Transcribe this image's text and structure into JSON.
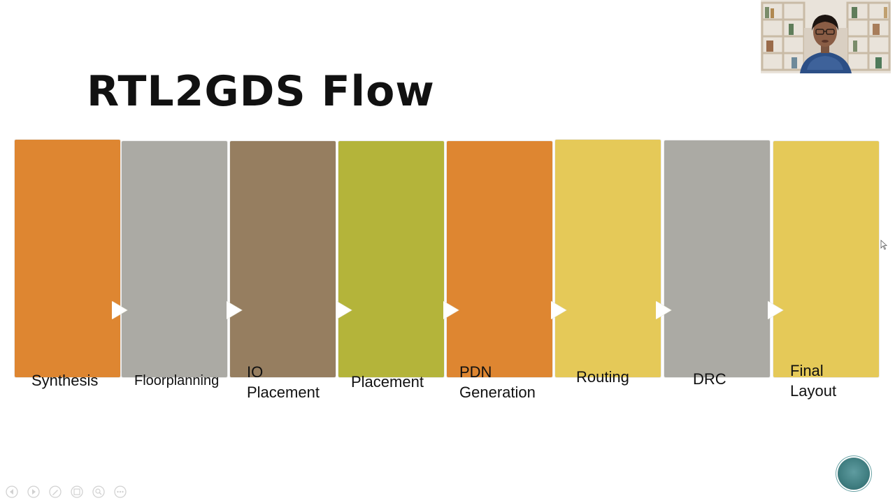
{
  "slide": {
    "title": "RTL2GDS Flow"
  },
  "flow": {
    "steps": [
      {
        "label": "Synthesis",
        "color": "#de8631"
      },
      {
        "label": "Floorplanning",
        "color": "#abaaa4"
      },
      {
        "label": "IO\nPlacement",
        "color": "#967e60"
      },
      {
        "label": "Placement",
        "color": "#b4b43a"
      },
      {
        "label": "PDN\nGeneration",
        "color": "#de8631"
      },
      {
        "label": "Routing",
        "color": "#e5c958"
      },
      {
        "label": "DRC",
        "color": "#abaaa4"
      },
      {
        "label": "Final\nLayout",
        "color": "#e5c958"
      }
    ]
  },
  "icons": {
    "webcam": "presenter-webcam",
    "logo": "circular-logo-badge",
    "nav": [
      "back-icon",
      "forward-icon",
      "pen-icon",
      "slides-icon",
      "zoom-icon",
      "more-icon"
    ]
  }
}
